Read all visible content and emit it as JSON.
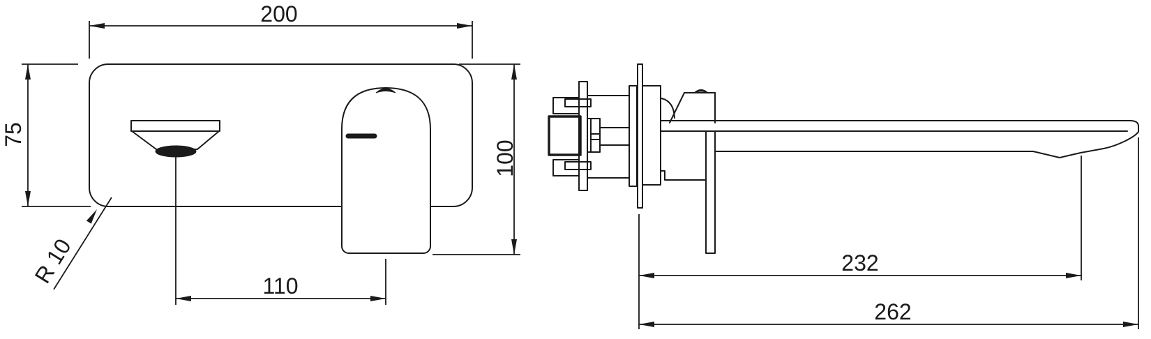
{
  "page": {
    "background": "#ffffff",
    "line_color": "#1a1a1a",
    "type": "technical-drawing",
    "subject": "wall-mounted-basin-mixer"
  },
  "front_view": {
    "dim_plate_width": "200",
    "dim_plate_height": "75",
    "dim_overall_height": "100",
    "dim_spout_to_handle": "110",
    "dim_corner_radius": "R 10"
  },
  "side_view": {
    "dim_wall_to_aerator": "232",
    "dim_wall_to_spout_tip": "262"
  }
}
